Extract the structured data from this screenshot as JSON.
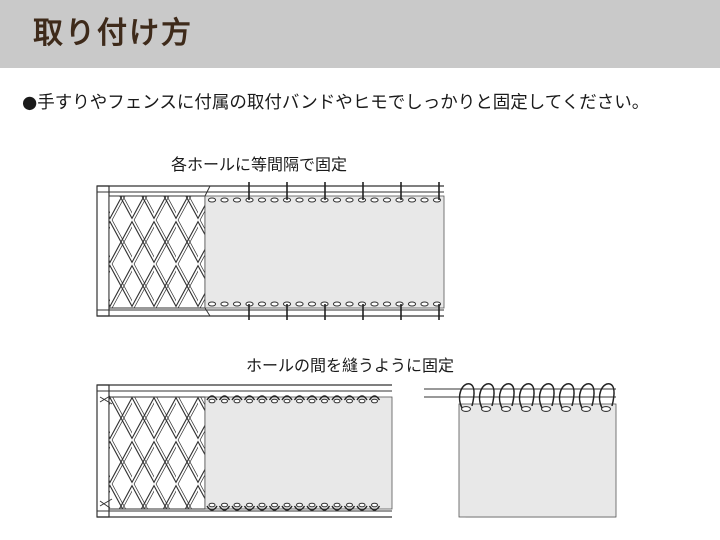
{
  "header": {
    "title": "取り付け方"
  },
  "instruction": "●手すりやフェンスに付属の取付バンドやヒモでしっかりと固定してください。",
  "diagram1": {
    "caption": "各ホールに等間隔で固定"
  },
  "diagram2": {
    "caption": "ホールの間を縫うように固定"
  },
  "colors": {
    "header_bg": "#c9c9c9",
    "title": "#3e2a1a",
    "panel": "#e8e8e8",
    "line": "#2a2a2a"
  }
}
